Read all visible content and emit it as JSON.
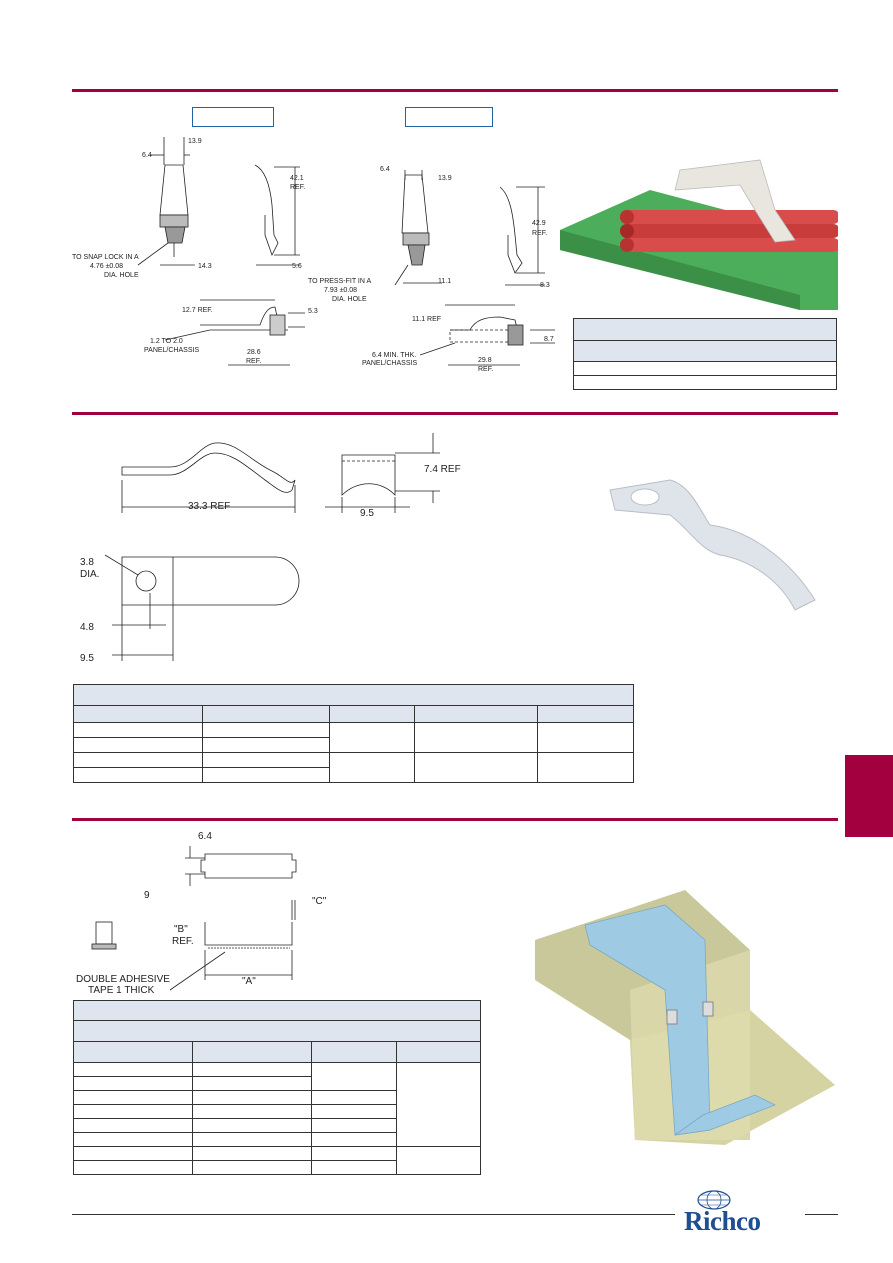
{
  "section1": {
    "dimensions": {
      "d64": "6.4",
      "d139": "13.9",
      "d421": "42.1",
      "d421ref": "REF.",
      "snap_note_1": "TO SNAP LOCK IN A",
      "snap_note_2": "4.76 ±0.08",
      "snap_note_3": "DIA. HOLE",
      "d143": "14.3",
      "d56": "5.6",
      "d127": "12.7 REF.",
      "d53": "5.3",
      "panel_1": "1.2 TO 2.0",
      "panel_2": "PANEL/CHASSIS",
      "d286": "28.6",
      "d286ref": "REF.",
      "b_d64": "6.4",
      "b_d139": "13.9",
      "d429": "42.9",
      "d429ref": "REF.",
      "press_1": "TO PRESS-FIT IN A",
      "press_2": "7.93 ±0.08",
      "press_3": "DIA. HOLE",
      "d111": "11.1",
      "d83": "8.3",
      "d111ref": "11.1 REF",
      "d87": "8.7",
      "panel_b1": "6.4 MIN. THK.",
      "panel_b2": "PANEL/CHASSIS",
      "d298": "29.8",
      "d298ref": "REF."
    }
  },
  "section2": {
    "dimensions": {
      "d333": "33.3 REF",
      "d74": "7.4 REF",
      "d95a": "9.5",
      "d38": "3.8",
      "dia": "DIA.",
      "d48": "4.8",
      "d95b": "9.5"
    }
  },
  "section3": {
    "dimensions": {
      "d64": "6.4",
      "d9": "9",
      "c": "\"C\"",
      "b": "\"B\"",
      "bref": "REF.",
      "a": "\"A\"",
      "tape_1": "DOUBLE ADHESIVE",
      "tape_2": "TAPE 1 THICK"
    }
  },
  "colors": {
    "accent": "#a3003f",
    "brand": "#1d4f91",
    "table_header": "#dfe5ef"
  },
  "logo": {
    "text": "Richco"
  }
}
